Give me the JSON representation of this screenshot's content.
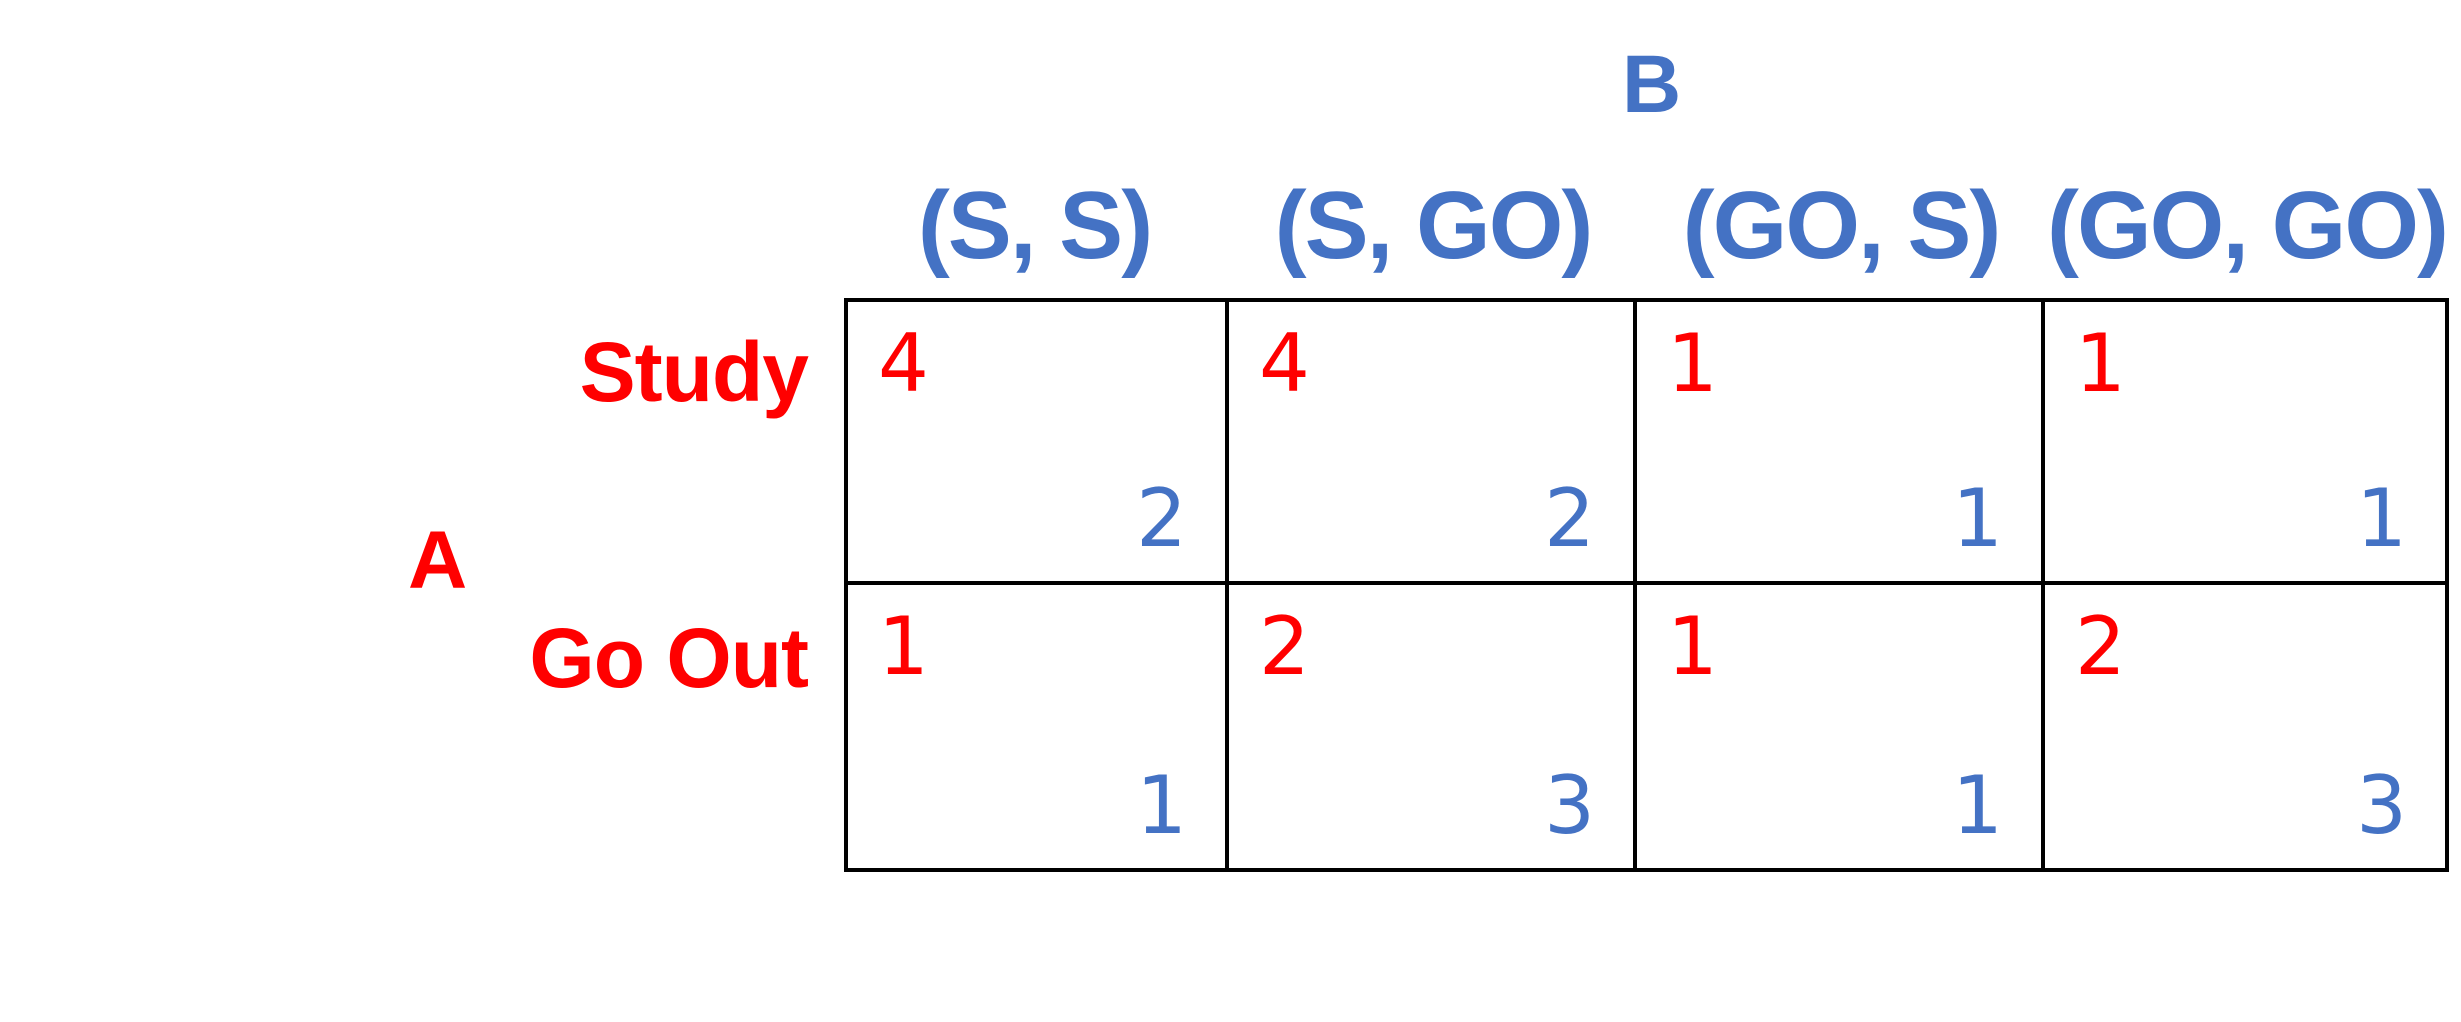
{
  "players": {
    "column_player": "B",
    "row_player": "A"
  },
  "column_strategies": [
    "(S, S)",
    "(S, GO)",
    "(GO, S)",
    "(GO, GO)"
  ],
  "row_strategies": [
    "Study",
    "Go Out"
  ],
  "payoffs": [
    [
      {
        "a": "4",
        "b": "2"
      },
      {
        "a": "4",
        "b": "2"
      },
      {
        "a": "1",
        "b": "1"
      },
      {
        "a": "1",
        "b": "1"
      }
    ],
    [
      {
        "a": "1",
        "b": "1"
      },
      {
        "a": "2",
        "b": "3"
      },
      {
        "a": "1",
        "b": "1"
      },
      {
        "a": "2",
        "b": "3"
      }
    ]
  ],
  "colors": {
    "player_a": "#ff0000",
    "player_b": "#4472c4",
    "grid": "#000000"
  }
}
